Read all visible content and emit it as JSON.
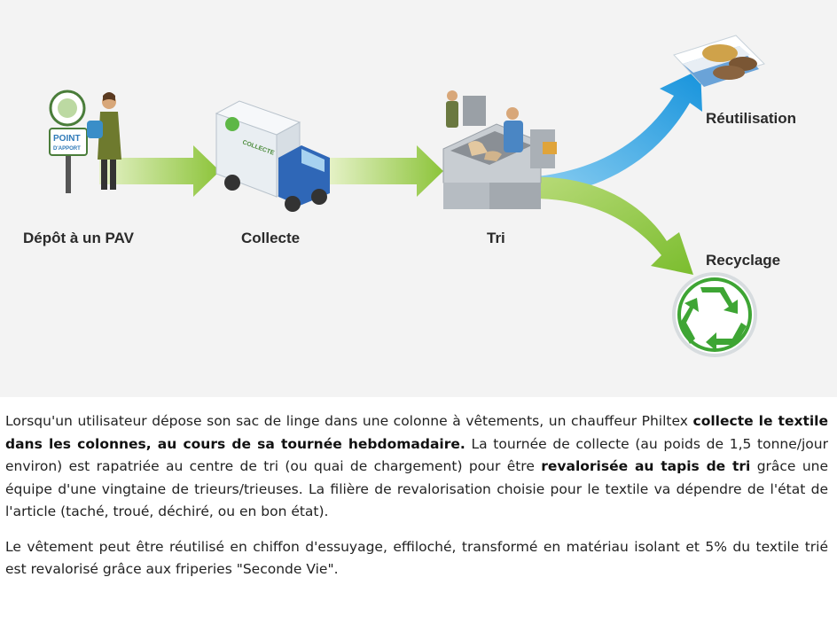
{
  "diagram": {
    "steps": {
      "depot": "Dépôt à un PAV",
      "collecte": "Collecte",
      "tri": "Tri",
      "reutilisation": "Réutilisation",
      "recyclage": "Recyclage"
    },
    "sign_text": [
      "POINT",
      "D'APPORT"
    ],
    "truck_text": "COLLECTE",
    "colors": {
      "arrow_green": "#9ccc3c",
      "arrow_blue": "#1e9de0",
      "background": "#f3f3f3"
    }
  },
  "body": {
    "p1": {
      "t1": "Lorsqu'un utilisateur dépose son sac de linge dans une colonne à vêtements, un chauffeur Philtex ",
      "b1": "collecte le textile dans les colonnes, au cours de sa tournée hebdomadaire.",
      "t2": " La tournée de collecte (au poids de 1,5 tonne/jour environ) est rapatriée au centre de tri (ou quai de chargement) pour être ",
      "b2": "revalorisée au tapis de tri",
      "t3": " grâce une équipe d'une vingtaine de trieurs/trieuses. La filière de revalorisation choisie pour le textile va dépendre de l'état de l'article (taché, troué, déchiré, ou en bon état)."
    },
    "p2": "Le vêtement peut être réutilisé en chiffon d'essuyage, effiloché, transformé en matériau isolant et 5% du textile trié est revalorisé grâce aux friperies \"Seconde Vie\"."
  }
}
